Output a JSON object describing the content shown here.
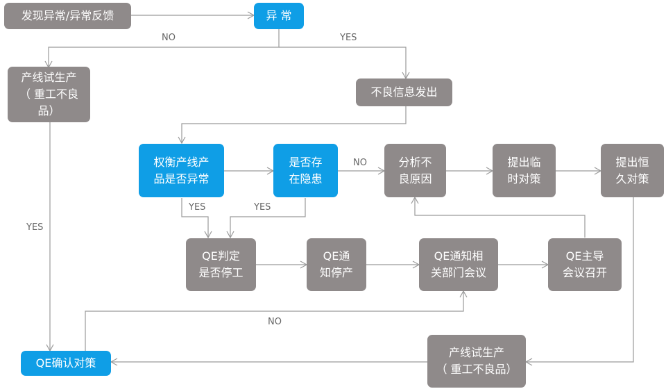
{
  "nodes": {
    "report": "发现异常/异常反馈",
    "abnormal": "异 常",
    "prod_top": "产线试生产\n（  重工不良品）",
    "bad_info": "不良信息发出",
    "weigh": "权衡产线产\n品是否异常",
    "hazard": "是否存\n在隐患",
    "analyze": "分析不\n良原因",
    "temp": "提出临\n时对策",
    "perm": "提出恒\n久对策",
    "qe_judge": "QE判定\n是否停工",
    "qe_notify": "QE通\n知停产",
    "qe_meeting": "QE通知相\n关部门会议",
    "qe_lead": "QE主导\n会议召开",
    "qe_confirm": "QE确认对策",
    "prod_bottom": "产线试生产\n（  重工不良品）"
  },
  "edge_labels": {
    "no_top": "NO",
    "yes_top": "YES",
    "yes_left": "YES",
    "no_hazard": "NO",
    "yes_weigh": "YES",
    "yes_hazard": "YES",
    "no_bottom": "NO"
  },
  "colors": {
    "decision": "#0f9ee6",
    "process": "#8f8a8a",
    "connector": "#9a9a9a"
  }
}
